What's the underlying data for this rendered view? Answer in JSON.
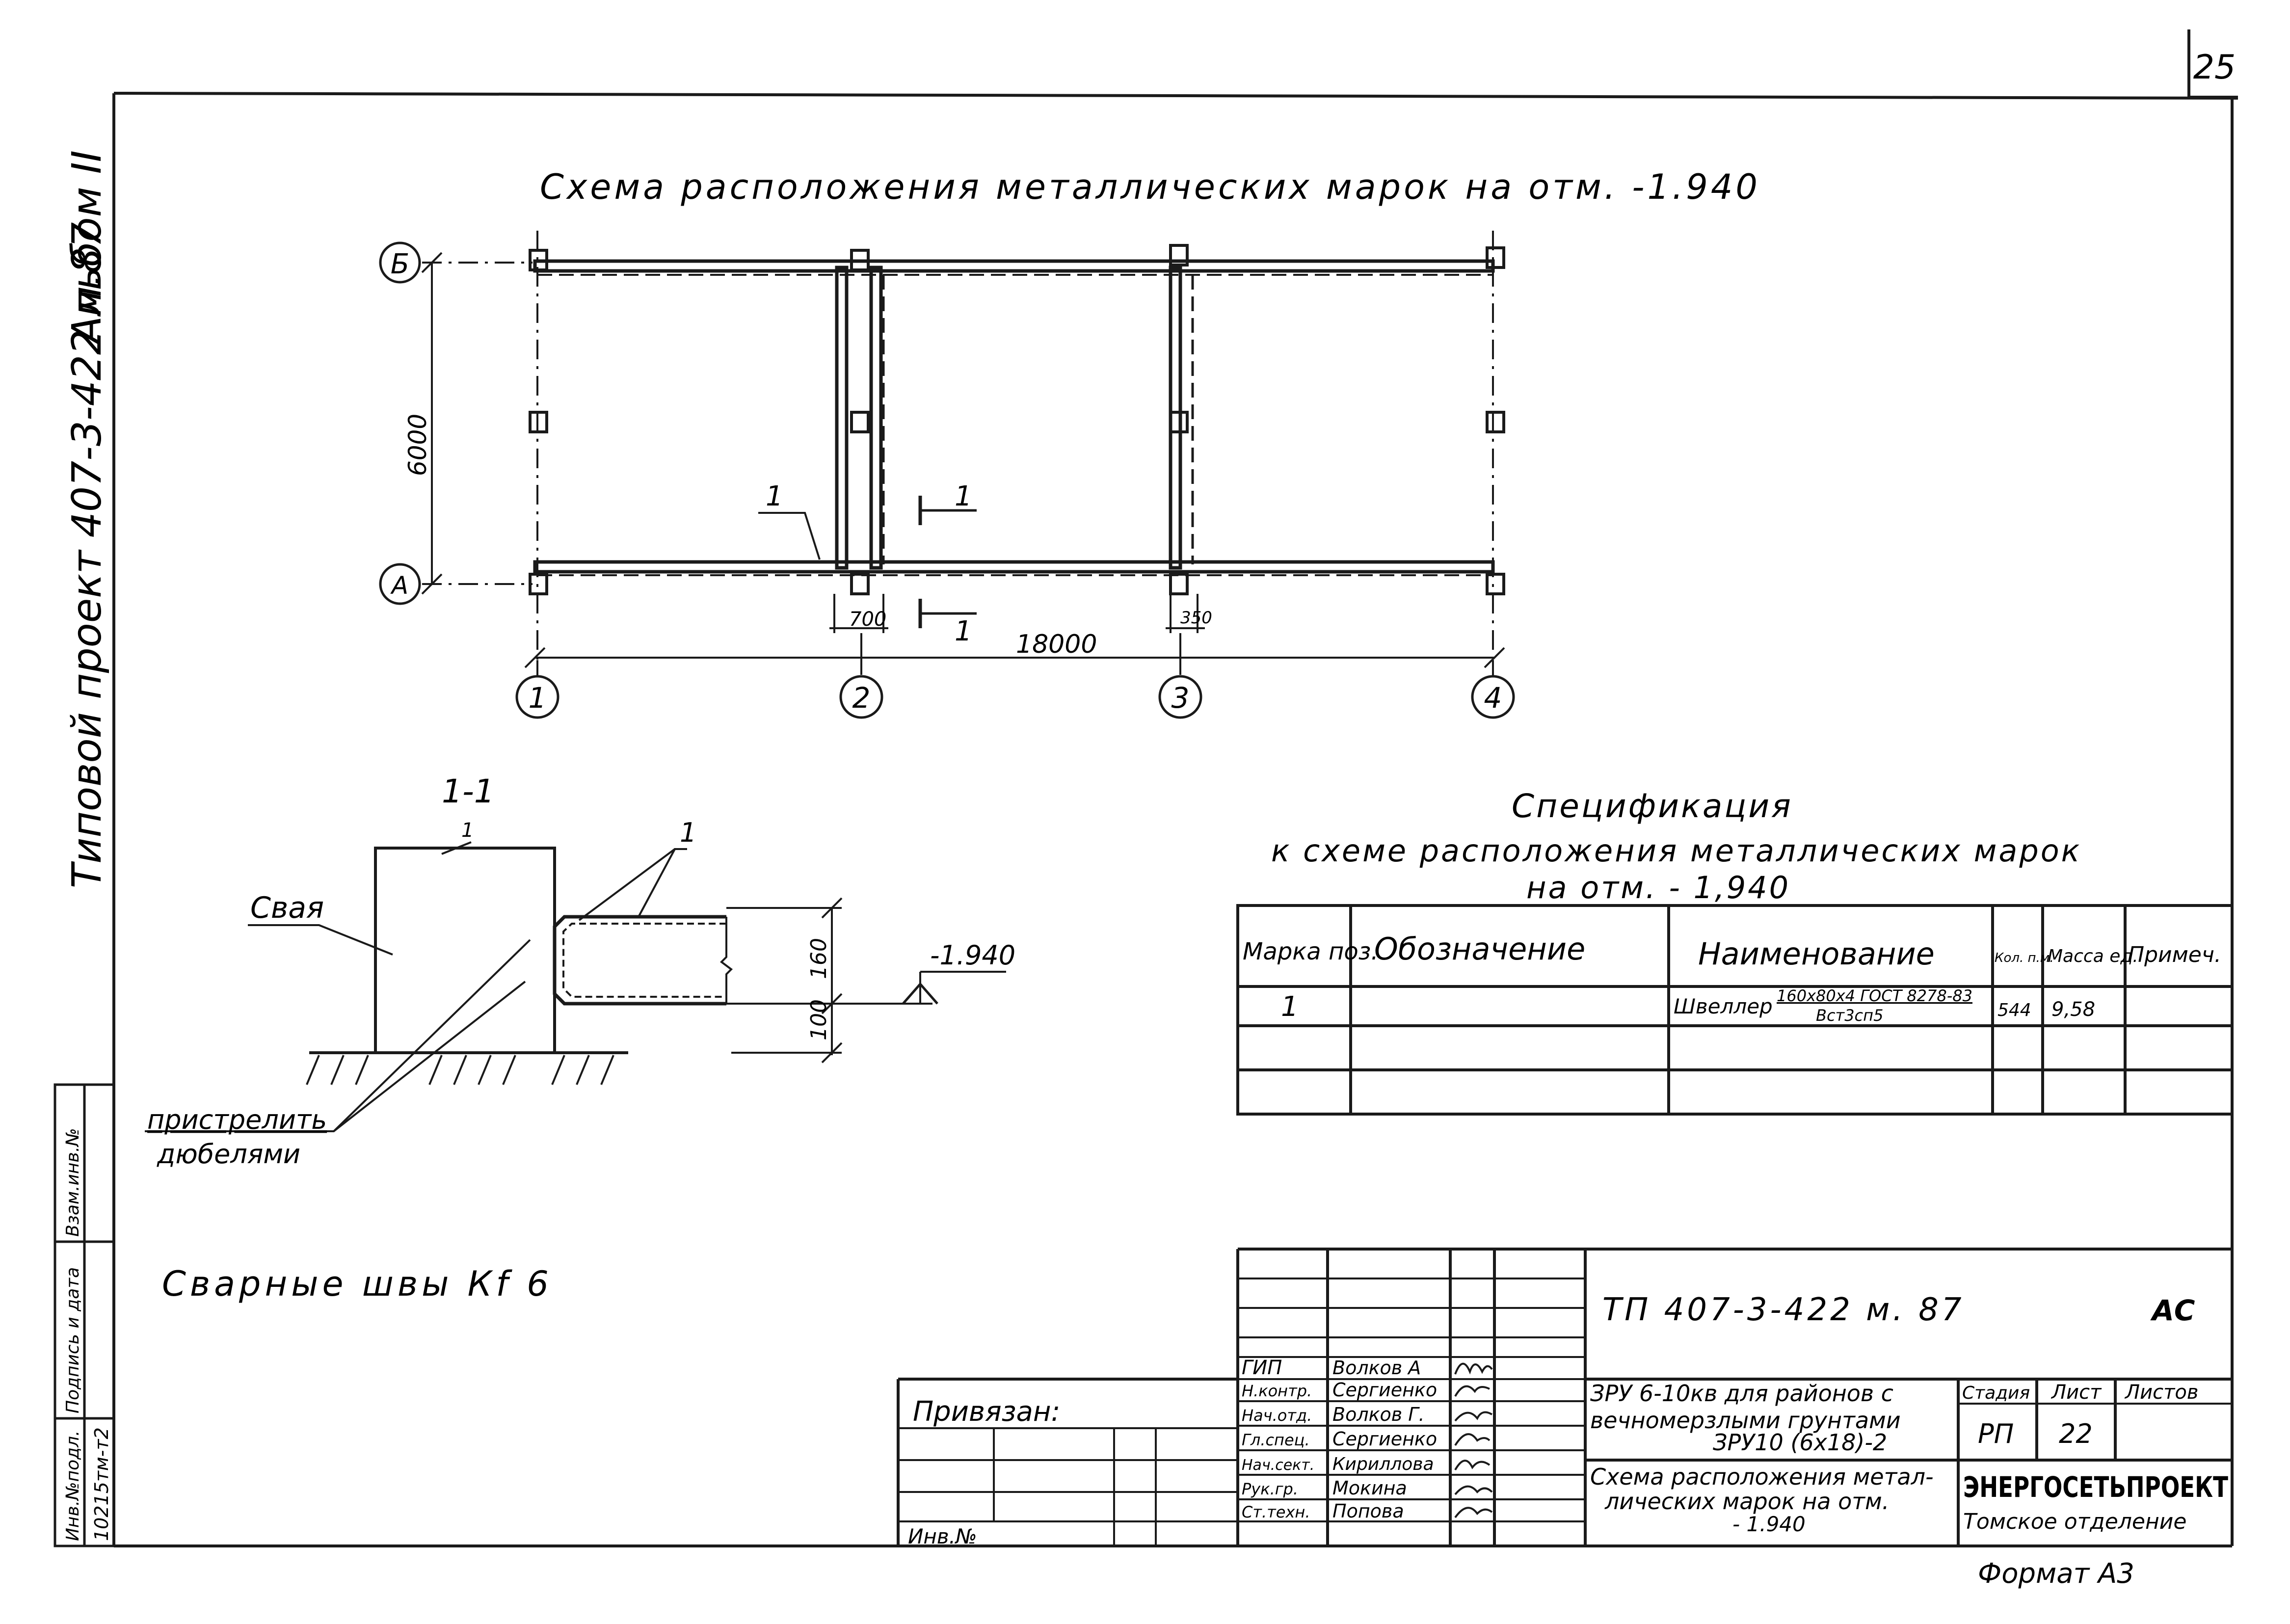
{
  "sheet_corner_number": "25",
  "side_text": {
    "project": "Типовой проект 407-3-422 м.87",
    "album": "Альбом II",
    "stamp_row_labels": [
      "Инв.№подл.",
      "Подпись и дата",
      "Взам.инв.№"
    ],
    "inventory_number": "10215тм-т2"
  },
  "plan": {
    "title": "Схема расположения металлических марок на отм. -1.940",
    "row_axes": [
      "Б",
      "А"
    ],
    "column_axes": [
      "1",
      "2",
      "3",
      "4"
    ],
    "dim_vertical": "6000",
    "dim_total": "18000",
    "dim_700": "700",
    "dim_350": "350",
    "position_mark": "1",
    "section_marks": [
      "1",
      "1"
    ]
  },
  "section": {
    "title": "1-1",
    "pile_label": "Свая",
    "channel_label": "1",
    "pile_top_label": "1",
    "dim_160": "160",
    "dim_100": "100",
    "level_label": "-1.940",
    "dowel_note_line1": "пристрелить",
    "dowel_note_line2": "дюбелями"
  },
  "weld_note": "Сварные швы  Кf 6",
  "specification": {
    "title_line1": "Спецификация",
    "title_line2": "к схеме расположения   металлических   марок",
    "title_line3": "на  отм.  - 1,940",
    "headers": {
      "mark": "Марка поз.",
      "designation": "Обозначение",
      "name": "Наименование",
      "qty": "Кол. п.м.",
      "mass": "Масса ед.",
      "note": "Примеч."
    },
    "row1": {
      "mark": "1",
      "designation": "",
      "name_prefix": "Швеллер",
      "name_top": "160х80х4 ГОСТ 8278-83",
      "name_bottom": "Вст3сп5",
      "qty": "544",
      "mass": "9,58",
      "note": ""
    }
  },
  "title_block": {
    "code": "ТП   407-3-422 м. 87",
    "section_code": "АС",
    "bound_label": "Привязан:",
    "inv_label": "Инв.№",
    "roles": [
      "ГИП",
      "Н.контр.",
      "Нач.отд.",
      "Гл.спец.",
      "Нач.сект.",
      "Рук.гр.",
      "Ст.техн."
    ],
    "names": [
      "Волков А",
      "Сергиенко",
      "Волков Г.",
      "Сергиенко",
      "Кириллова",
      "Мокина",
      "Попова"
    ],
    "object_line1": "ЗРУ 6-10кв  для районов с",
    "object_line2": "вечномерзлыми грунтами",
    "object_line3": "ЗРУ10 (6х18)-2",
    "sheet_line1": "Схема расположения метал-",
    "sheet_line2": "лических  марок на отм.",
    "sheet_line3": "- 1.940",
    "stage_header": "Стадия",
    "sheet_header": "Лист",
    "sheets_header": "Листов",
    "stage": "РП",
    "sheet": "22",
    "sheets": "",
    "org_name": "ЭНЕРГОСЕТЬПРОЕКТ",
    "org_branch": "Томское отделение"
  },
  "format_label": "Формат А3"
}
